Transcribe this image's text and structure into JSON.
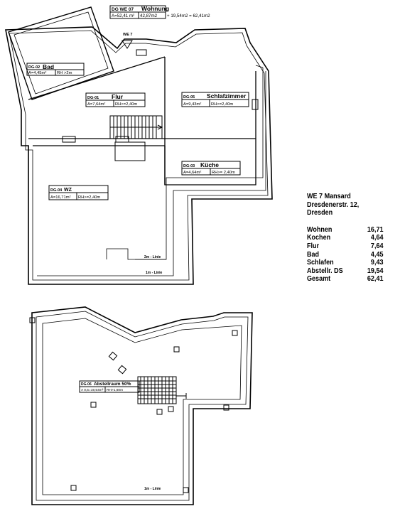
{
  "header": {
    "room_code": "DG WE 07",
    "room_name": "Wohnung",
    "area": "A=52,41 m²",
    "area_extra": "42,87m2",
    "sum": "+ 19,54m2 = 62,41m2"
  },
  "marker": {
    "label": "WE 7"
  },
  "rooms": {
    "bad": {
      "code": "DG-02",
      "name": "Bad",
      "area": "A=4,45m²",
      "height": "RH >2m"
    },
    "flur": {
      "code": "DG-01",
      "name": "Flur",
      "area": "A=7,64m²",
      "height": "RH>=2,40m"
    },
    "schlaf": {
      "code": "DG-05",
      "name": "Schlafzimmer",
      "area": "A=9,43m²",
      "height": "RH>=2,40m"
    },
    "kueche": {
      "code": "DG-03",
      "name": "Küche",
      "area": "A=4,64m²",
      "height": "RH>= 2,40m"
    },
    "wz": {
      "code": "DG-04",
      "name": "WZ",
      "area": "A=16,71m²",
      "height": "RH>=2,40m"
    },
    "abstell": {
      "code": "DG-06",
      "name": "Abstellraum 50%",
      "area": "A 0,5=19,54m²",
      "height": "RH>1,60m"
    }
  },
  "height_lines": {
    "upper_2m": "2m - Linie",
    "upper_1m": "1m - Linie",
    "lower_1m": "1m - Linie"
  },
  "legend": {
    "title": "WE 7 Mansard",
    "address": "Dresdenerstr. 12, Dresden",
    "rows": [
      {
        "label": "Wohnen",
        "value": "16,71"
      },
      {
        "label": "Kochen",
        "value": "4,64"
      },
      {
        "label": "Flur",
        "value": "7,64"
      },
      {
        "label": "Bad",
        "value": "4,45"
      },
      {
        "label": "Schlafen",
        "value": "9,43"
      },
      {
        "label": "Abstellr. DS",
        "value": "19,54"
      },
      {
        "label": "Gesamt",
        "value": "62,41"
      }
    ]
  }
}
